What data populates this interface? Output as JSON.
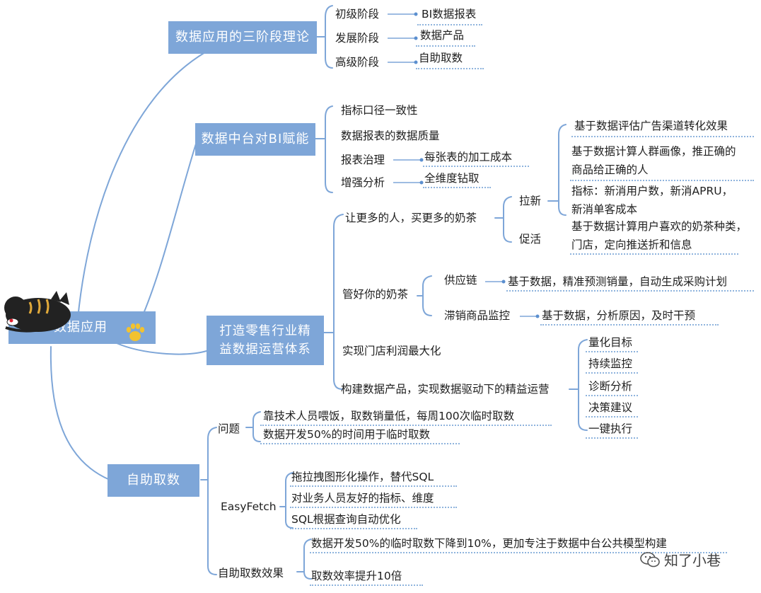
{
  "root": "数据应用",
  "branch1": {
    "title": "数据应用的三阶段理论",
    "stages": [
      "初级阶段",
      "发展阶段",
      "高级阶段"
    ],
    "results": [
      "BI数据报表",
      "数据产品",
      "自助取数"
    ]
  },
  "branch2": {
    "title": "数据中台对BI赋能",
    "items": [
      "指标口径一致性",
      "数据报表的数据质量",
      "报表治理",
      "增强分析"
    ],
    "details": [
      "每张表的加工成本",
      "全维度钻取"
    ]
  },
  "branch3": {
    "title_line1": "打造零售行业精",
    "title_line2": "益数据运营体系",
    "g1": "让更多的人，买更多的奶茶",
    "g1_sub1": "拉新",
    "g1_sub1_items": [
      "基于数据评估广告渠道转化效果",
      "基于数据计算人群画像，推正确的",
      "商品给正确的人",
      "指标：新消用户数，新消APRU，",
      "新消单客成本"
    ],
    "g1_sub2": "促活",
    "g1_sub2_items": [
      "基于数据计算用户喜欢的奶茶种类，",
      "门店，定向推送折和信息"
    ],
    "g2": "管好你的奶茶",
    "g2_sub1": "供应链",
    "g2_sub1_item": "基于数据，精准预测销量，自动生成采购计划",
    "g2_sub2": "滞销商品监控",
    "g2_sub2_item": "基于数据，分析原因，及时干预",
    "g3": "实现门店利润最大化",
    "g4": "构建数据产品，实现数据驱动下的精益运营",
    "g4_items": [
      "量化目标",
      "持续监控",
      "诊断分析",
      "决策建议",
      "一键执行"
    ]
  },
  "branch4": {
    "title": "自助取数",
    "q": "问题",
    "q_items": [
      "靠技术人员喂饭，取数销量低，每周100次临时取数",
      "数据开发50%的时间用于临时取数"
    ],
    "ef": "EasyFetch",
    "ef_items": [
      "拖拉拽图形化操作，替代SQL",
      "对业务人员友好的指标、维度",
      "SQL根据查询自动优化"
    ],
    "effect": "自助取数效果",
    "effect_items": [
      "数据开发50%的临时取数下降到10%，更加专注于数据中台公共模型构建",
      "取数效率提升10倍"
    ]
  },
  "watermark": "知了小巷",
  "colors": {
    "box": "#7ea6d8",
    "line": "#7ea6d8",
    "dotted": "#8fb4dd",
    "paw": "#f2c230"
  },
  "icons": [
    "cat-icon",
    "paw-icon",
    "wechat-icon"
  ]
}
